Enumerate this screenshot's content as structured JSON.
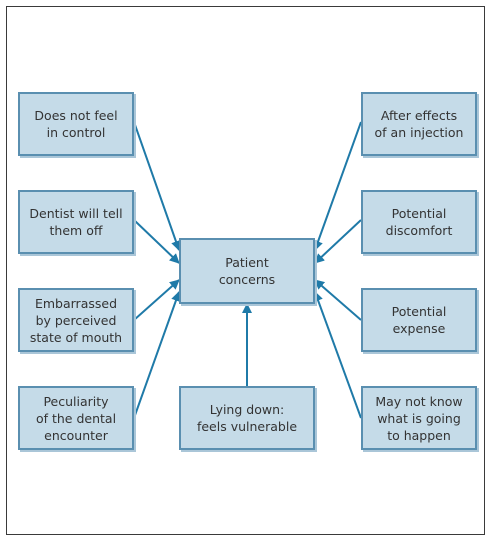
{
  "diagram": {
    "center": "Patient\nconcerns",
    "left": [
      "Does not feel\nin control",
      "Dentist will tell\nthem off",
      "Embarrassed\nby perceived\nstate of mouth",
      "Peculiarity\nof the dental\nencounter"
    ],
    "bottom": "Lying down:\nfeels vulnerable",
    "right": [
      "After effects\nof an injection",
      "Potential\ndiscomfort",
      "Potential\nexpense",
      "May not know\nwhat is going\nto happen"
    ]
  },
  "colors": {
    "box_fill": "#c5dbe8",
    "box_border": "#5a8fb0",
    "arrow": "#1f7aa8",
    "text": "#333333"
  }
}
